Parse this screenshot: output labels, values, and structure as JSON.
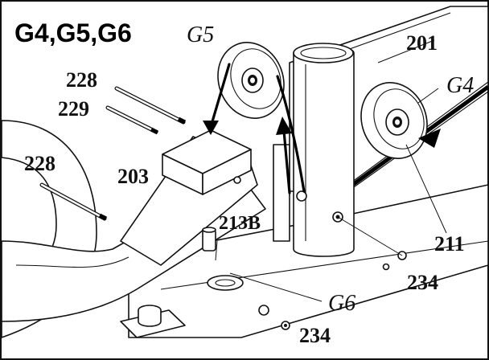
{
  "diagram": {
    "title": "G4,G5,G6",
    "labels": {
      "g5": "G5",
      "g4": "G4",
      "g6": "G6",
      "p201": "201",
      "p228_top": "228",
      "p229": "229",
      "p228_mid": "228",
      "p203": "203",
      "p213b": "213B",
      "p211": "211",
      "p234_right": "234",
      "p234_bottom": "234"
    }
  }
}
